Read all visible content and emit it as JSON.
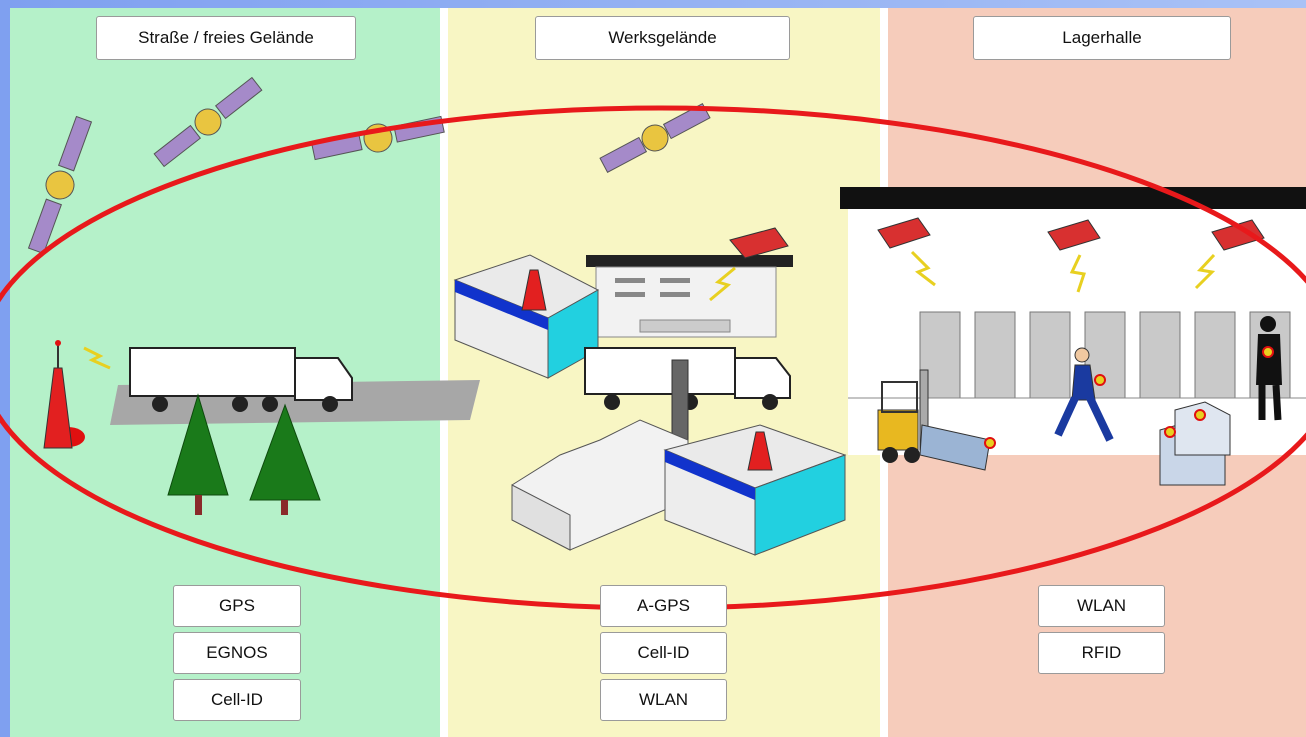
{
  "zones": [
    {
      "title": "Straße / freies Gelände",
      "techs": [
        "GPS",
        "EGNOS",
        "Cell-ID"
      ]
    },
    {
      "title": "Werksgelände",
      "techs": [
        "A-GPS",
        "Cell-ID",
        "WLAN"
      ]
    },
    {
      "title": "Lagerhalle",
      "techs": [
        "WLAN",
        "RFID"
      ]
    }
  ],
  "colors": {
    "road_zone": "#b5f1c9",
    "plant_zone": "#f8f6c4",
    "hall_zone": "#f6ccbb",
    "coverage_ellipse": "#e8191b",
    "border": "#7fa0f0"
  }
}
